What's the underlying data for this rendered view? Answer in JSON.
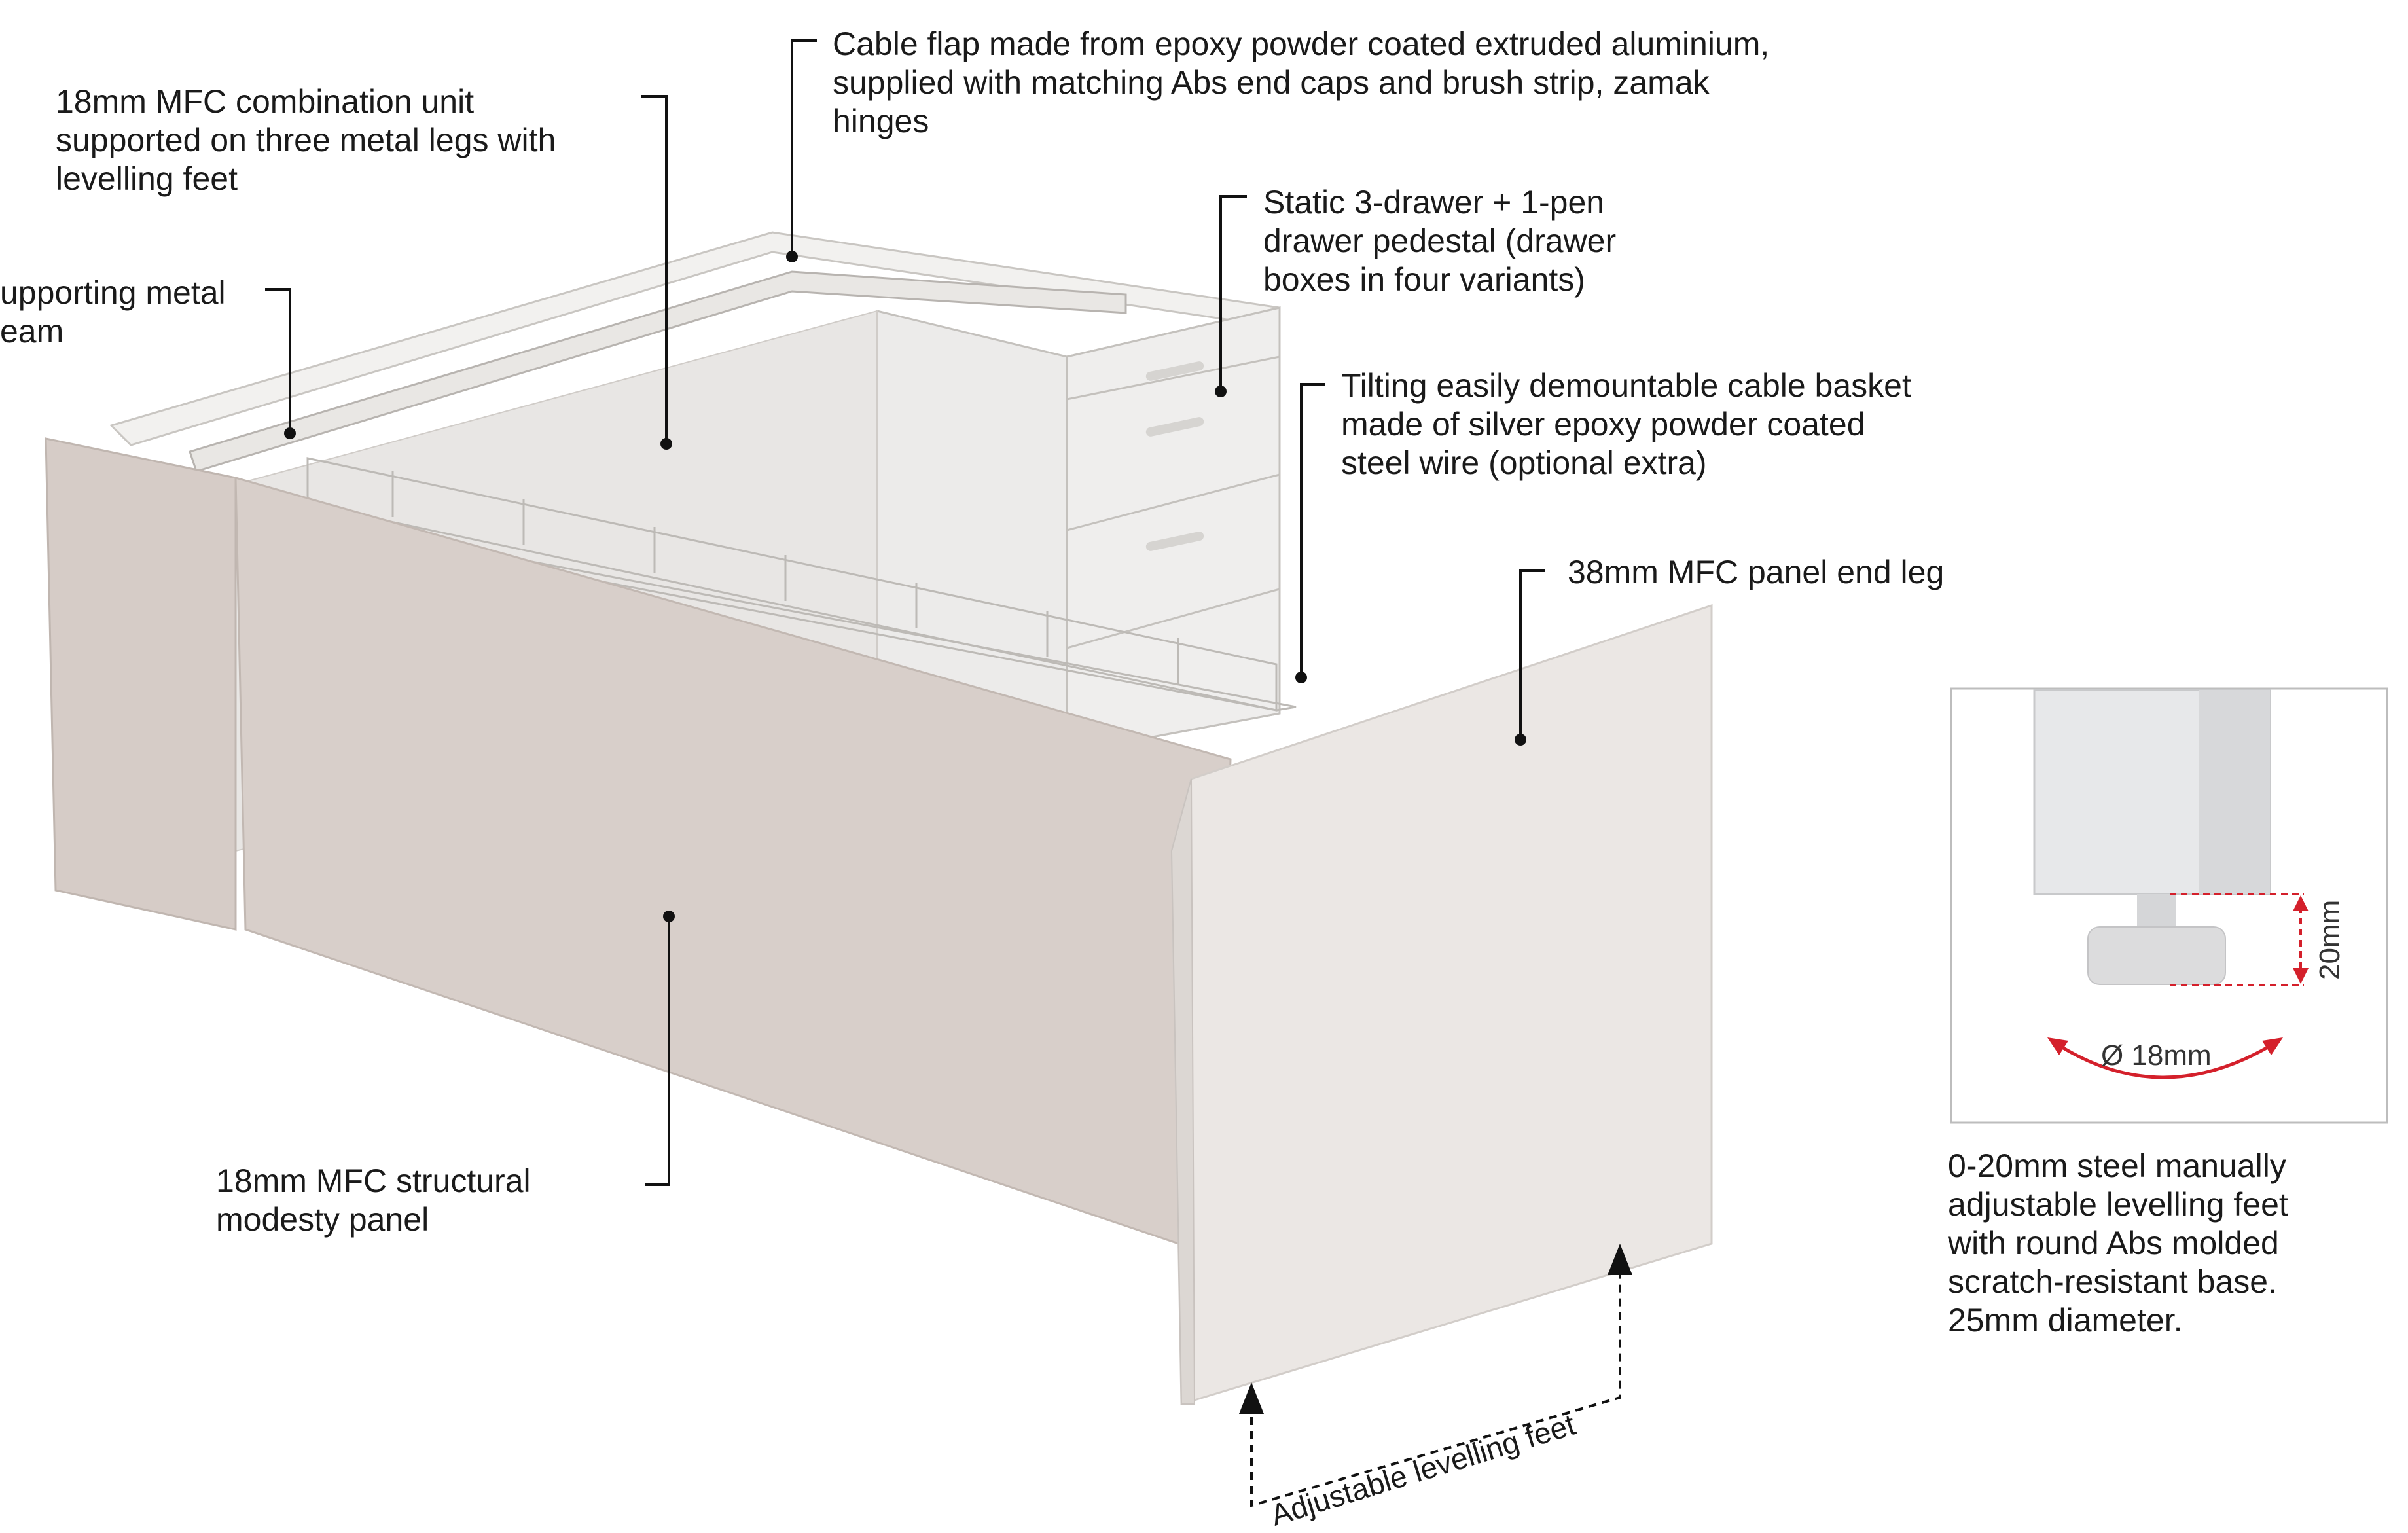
{
  "callouts": {
    "combination_unit": "18mm MFC combination unit\nsupported on three metal legs with\nlevelling feet",
    "cable_flap": "Cable flap made from epoxy powder coated extruded aluminium,\nsupplied with matching Abs end caps and brush strip, zamak\nhinges",
    "supporting_beam": "upporting metal\neam",
    "pedestal": "Static 3-drawer + 1-pen\ndrawer pedestal (drawer\nboxes in four variants)",
    "cable_basket": "Tilting easily demountable cable basket\nmade of silver epoxy powder coated\nsteel wire (optional extra)",
    "end_leg": "38mm MFC panel end leg",
    "modesty_panel": "18mm MFC structural\nmodesty panel",
    "levelling_feet": "Adjustable levelling feet"
  },
  "inset": {
    "height_label": "20mm",
    "diameter_label": "Ø 18mm",
    "caption": "0-20mm steel manually\nadjustable levelling feet\nwith round Abs molded\nscratch-resistant base.\n25mm diameter."
  },
  "colors": {
    "panel": "#d8cfca",
    "panel_dark": "#cbc2bd",
    "end_leg": "#ebe7e4",
    "desk_top": "#f2f1ef",
    "pedestal": "#ecebea",
    "leader": "#111111",
    "accent_red": "#d4202b"
  }
}
